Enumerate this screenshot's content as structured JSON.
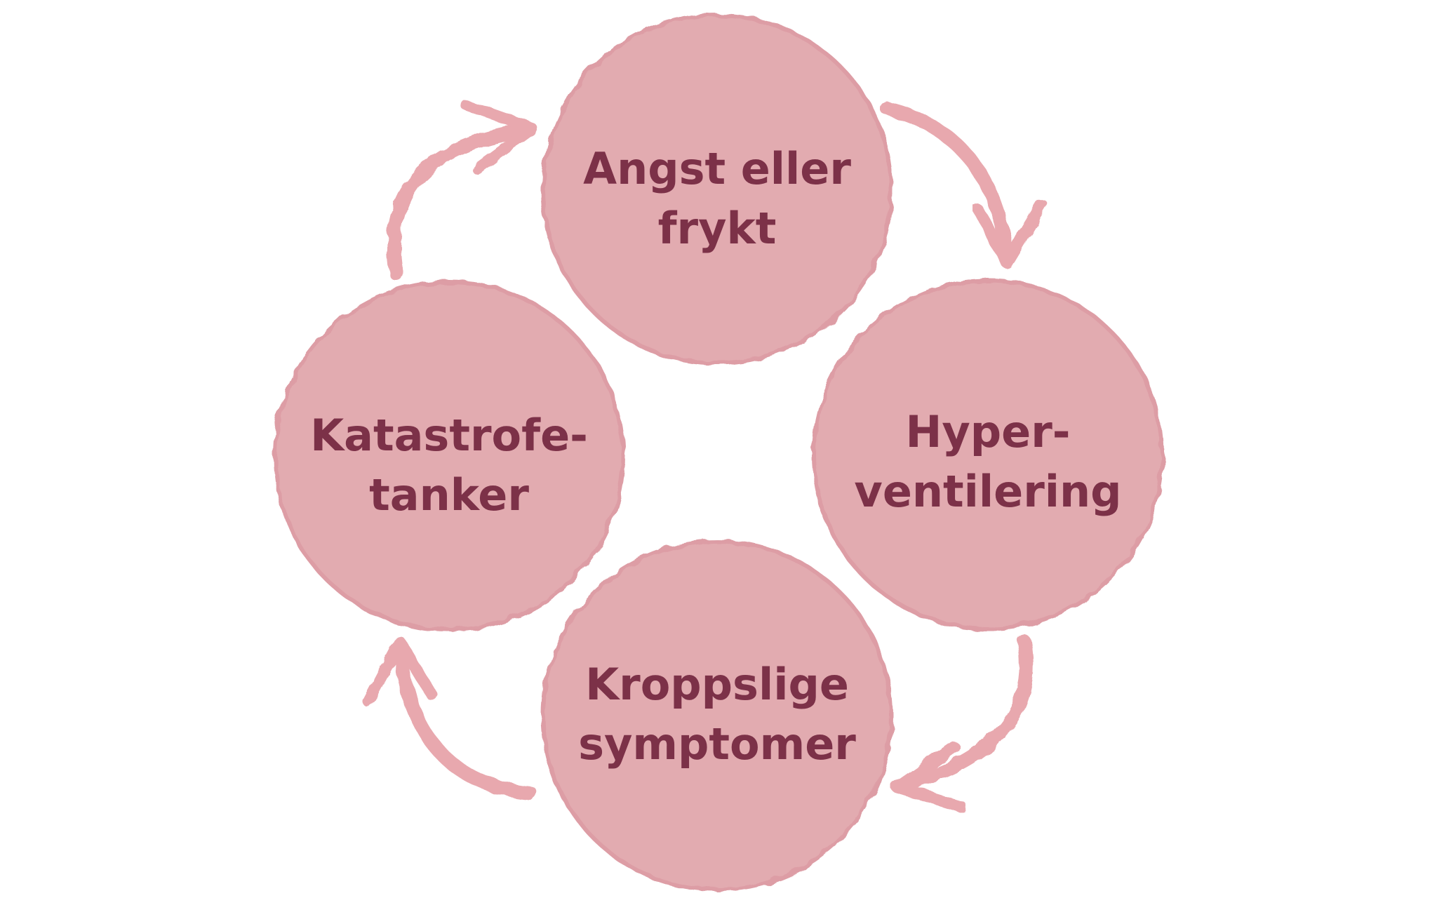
{
  "diagram": {
    "colors": {
      "circle_fill": "#e2abb0",
      "circle_edge": "#dd9da5",
      "arrow": "#e8a8ae",
      "text": "#7c3148",
      "background": "#ffffff"
    },
    "nodes": [
      {
        "id": "angst",
        "line1": "Angst eller",
        "line2": "frykt"
      },
      {
        "id": "hyperventilering",
        "line1": "Hyper-",
        "line2": "ventilering"
      },
      {
        "id": "kroppslige",
        "line1": "Kroppslige",
        "line2": "symptomer"
      },
      {
        "id": "katastrofe",
        "line1": "Katastrofe-",
        "line2": "tanker"
      }
    ],
    "edges": [
      {
        "from": "angst",
        "to": "hyperventilering"
      },
      {
        "from": "hyperventilering",
        "to": "kroppslige"
      },
      {
        "from": "kroppslige",
        "to": "katastrofe"
      },
      {
        "from": "katastrofe",
        "to": "angst"
      }
    ]
  }
}
